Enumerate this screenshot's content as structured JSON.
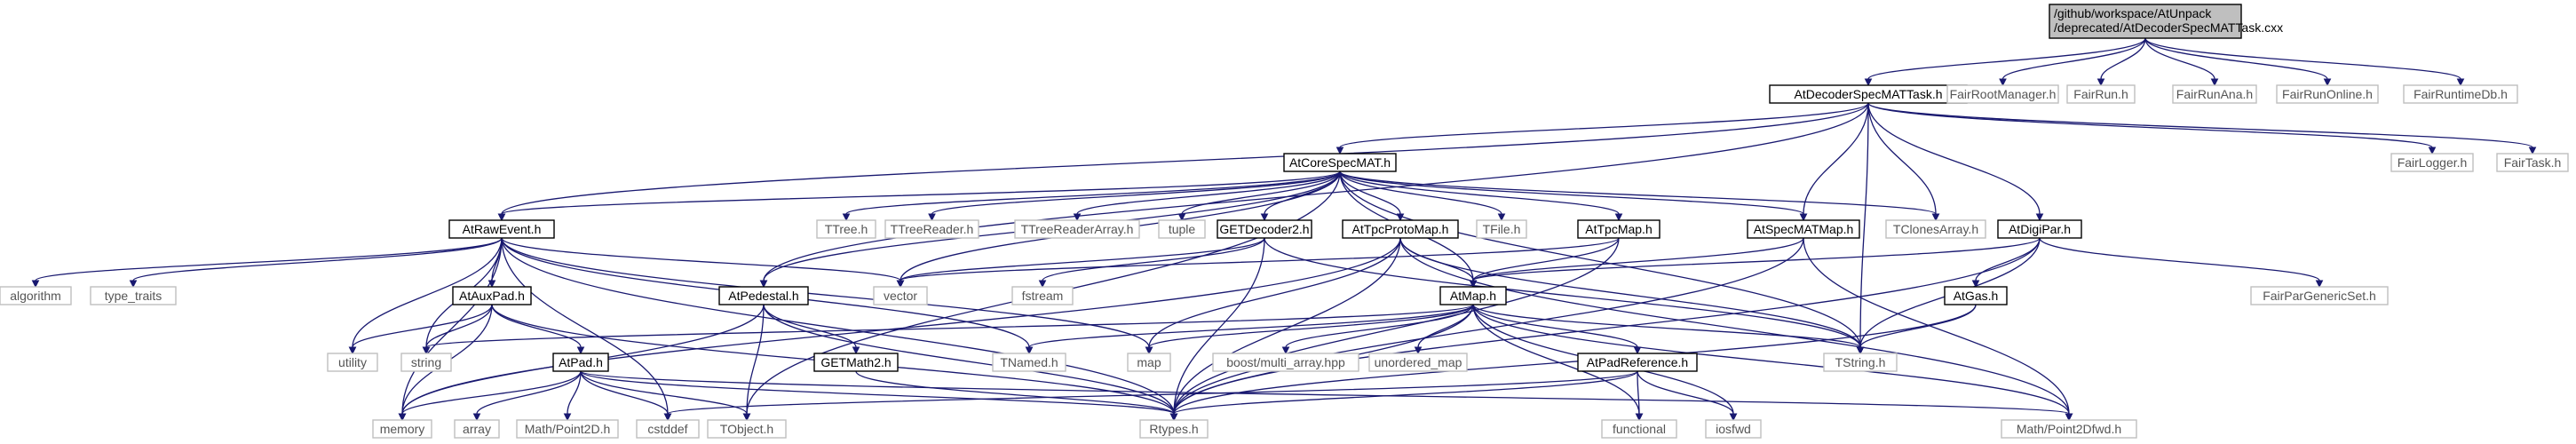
{
  "root": {
    "line1": "/github/workspace/AtUnpack",
    "line2": "/deprecated/AtDecoderSpecMATTask.cxx"
  },
  "colors": {
    "edge": "#191970",
    "root_fill": "#bfbfbf",
    "local_border": "#000000",
    "external_border": "#bfbfbf"
  },
  "nodes": {
    "decoderTask": "AtDecoderSpecMATTask.h",
    "fairRootManager": "FairRootManager.h",
    "fairRun": "FairRun.h",
    "fairRunAna": "FairRunAna.h",
    "fairRunOnline": "FairRunOnline.h",
    "fairRuntimeDb": "FairRuntimeDb.h",
    "coreSpecMat": "AtCoreSpecMAT.h",
    "fairLogger": "FairLogger.h",
    "fairTask": "FairTask.h",
    "rawEvent": "AtRawEvent.h",
    "ttree": "TTree.h",
    "ttreeReader": "TTreeReader.h",
    "ttreeReaderArray": "TTreeReaderArray.h",
    "tuple": "tuple",
    "getDecoder2": "GETDecoder2.h",
    "tpcProtoMap": "AtTpcProtoMap.h",
    "tfile": "TFile.h",
    "tpcMap": "AtTpcMap.h",
    "specMatMap": "AtSpecMATMap.h",
    "tclonesArray": "TClonesArray.h",
    "digiPar": "AtDigiPar.h",
    "algorithm": "algorithm",
    "typeTraits": "type_traits",
    "auxPad": "AtAuxPad.h",
    "vector": "vector",
    "fstream": "fstream",
    "pedestal": "AtPedestal.h",
    "atMap": "AtMap.h",
    "gas": "AtGas.h",
    "fairParGenericSet": "FairParGenericSet.h",
    "utility": "utility",
    "string": "string",
    "pad": "AtPad.h",
    "getMath2": "GETMath2.h",
    "tnamed": "TNamed.h",
    "map": "map",
    "boostMultiArray": "boost/multi_array.hpp",
    "unorderedMap": "unordered_map",
    "padReference": "AtPadReference.h",
    "tstring": "TString.h",
    "memory": "memory",
    "array": "array",
    "mathPoint2D": "Math/Point2D.h",
    "cstddef": "cstddef",
    "tobject": "TObject.h",
    "rtypes": "Rtypes.h",
    "functional": "functional",
    "iosfwd": "iosfwd",
    "mathPoint2Dfwd": "Math/Point2Dfwd.h"
  }
}
